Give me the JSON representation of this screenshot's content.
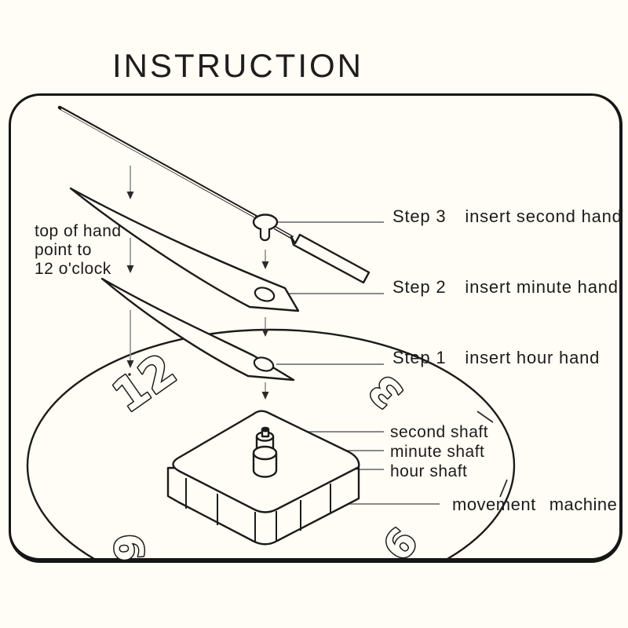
{
  "title": "INSTRUCTION",
  "note": {
    "line1": "top of hand",
    "line2": "point to",
    "line3": "12 o'clock"
  },
  "steps": [
    {
      "label": "Step 3",
      "text": "insert second hand"
    },
    {
      "label": "Step 2",
      "text": "insert minute hand"
    },
    {
      "label": "Step 1",
      "text": "insert hour hand"
    }
  ],
  "part_labels": {
    "second_shaft": "second shaft",
    "minute_shaft": "minute shaft",
    "hour_shaft": "hour shaft",
    "movement_word1": "movement",
    "movement_word2": "machine"
  },
  "clock_numerals": {
    "twelve": "12",
    "three": "3",
    "nine": "9",
    "six": "6"
  },
  "colors": {
    "background": "#fffdf5",
    "ink": "#1b1b1b",
    "leader_line": "#7a7a7a",
    "arrow": "#8f8f8f"
  }
}
